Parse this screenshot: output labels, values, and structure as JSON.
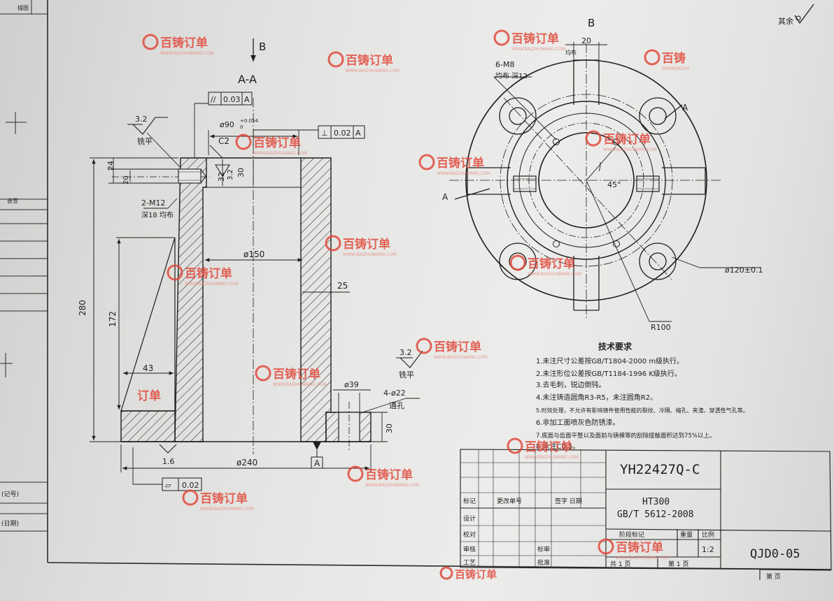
{
  "section_title": "A-A",
  "view_arrow_B": "B",
  "top_view_B": "B",
  "section_marker_A": "A",
  "roughness_note": "其余",
  "roughness_values": [
    "3.2",
    "3.2",
    "3.2",
    "1.6"
  ],
  "finish_note": "铣平",
  "geometric_tolerances": {
    "parallelism": {
      "symbol": "//",
      "value": "0.03",
      "datum": "A"
    },
    "perpendicularity": {
      "symbol": "⊥",
      "value": "0.02",
      "datum": "A"
    },
    "flatness": {
      "symbol": "▱",
      "value": "0.02"
    }
  },
  "section_dimensions": {
    "bore_top": "ø90",
    "bore_tol": "+0.054",
    "bore_tol_low": "0",
    "chamfer": "C2",
    "d24": "24",
    "d20": "20",
    "d30": "30",
    "d32": "32",
    "thread_side": "2-M12",
    "thread_side_depth": "深18 均布",
    "inner_dia": "ø150",
    "wall": "25",
    "height_total": "280",
    "height_172": "172",
    "d43": "43",
    "flange_dia": "ø240",
    "hole_cb": "ø39",
    "holes": "4-ø22",
    "holes_note": "通孔",
    "d30_flange": "30"
  },
  "top_dimensions": {
    "d20": "20",
    "d20_note": "均布",
    "thread_top": "6-M8",
    "thread_top_note": "均布 深12",
    "angle": "45°",
    "pcd": "ø120±0.1",
    "radius": "R100"
  },
  "tech_requirements": {
    "title": "技术要求",
    "items": [
      "1.未注尺寸公差按GB/T1804-2000 m级执行。",
      "2.未注形位公差按GB/T1184-1996 K级执行。",
      "3.去毛刺，锐边倒钝。",
      "4.未注铸造圆角R3-R5，未注圆角R2。",
      "5.时效处理，不允许有影响铸件使用性能的裂纹、冷隔、缩孔、夹渣、穿透性气孔等。",
      "6.非加工面喷灰色防锈漆。",
      "7.底面与齿面平整以及面前与铸模等的刮除接触面积达到75%以上。",
      "8.未注C0.5。"
    ]
  },
  "title_block": {
    "drawing_no": "YH22427Q-C",
    "material": "HT300",
    "standard": "GB/T 5612-2008",
    "part_code": "QJD0-05",
    "labels": {
      "mark": "标记",
      "change": "更改单号",
      "sign_date": "签字 日期",
      "design": "设计",
      "check": "校对",
      "review": "审核",
      "process": "工艺",
      "standardize": "标审",
      "approve": "批准",
      "stage": "阶段标记",
      "weight": "重量",
      "scale": "比例",
      "scale_value": "1:2",
      "sheet_total": "共 1 页",
      "sheet_no": "第 1 页",
      "bottom": "第 页"
    }
  },
  "left_margin": {
    "label_1": "描图",
    "label_2": "会签",
    "label_3": "(记号)",
    "label_4": "(日期)"
  },
  "watermark": {
    "brand": "百铸订单",
    "url": "WWW.BAIZHUWANG.COM",
    "brand_short": "百铸",
    "url_short": "WWW.BAIZHI",
    "brand_half": "订单"
  },
  "colors": {
    "ink": "#1e1e1e",
    "paper": "#e8e8e6",
    "watermark": "#e14a3c"
  }
}
